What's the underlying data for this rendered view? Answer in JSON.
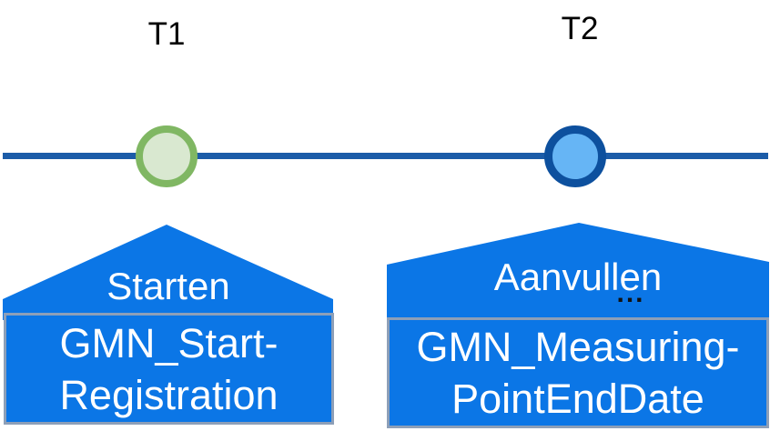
{
  "timeline": {
    "line_color": "#1c5ca8",
    "callout_color": "#0b76e6",
    "callout_border_color": "#8d9fb8",
    "callout_text_color": "#ffffff",
    "events": [
      {
        "time_label": "T1",
        "action_label": "Starten",
        "code_label_line1": "GMN_Start-",
        "code_label_line2": "Registration",
        "marker_border_color": "#80b763",
        "marker_fill_color": "#d9e8d0"
      },
      {
        "time_label": "T2",
        "action_label": "Aanvullen",
        "ellipsis": "...",
        "code_label_line1": "GMN_Measuring-",
        "code_label_line2": "PointEndDate",
        "marker_border_color": "#0d509e",
        "marker_fill_color": "#66b5f5"
      }
    ]
  }
}
